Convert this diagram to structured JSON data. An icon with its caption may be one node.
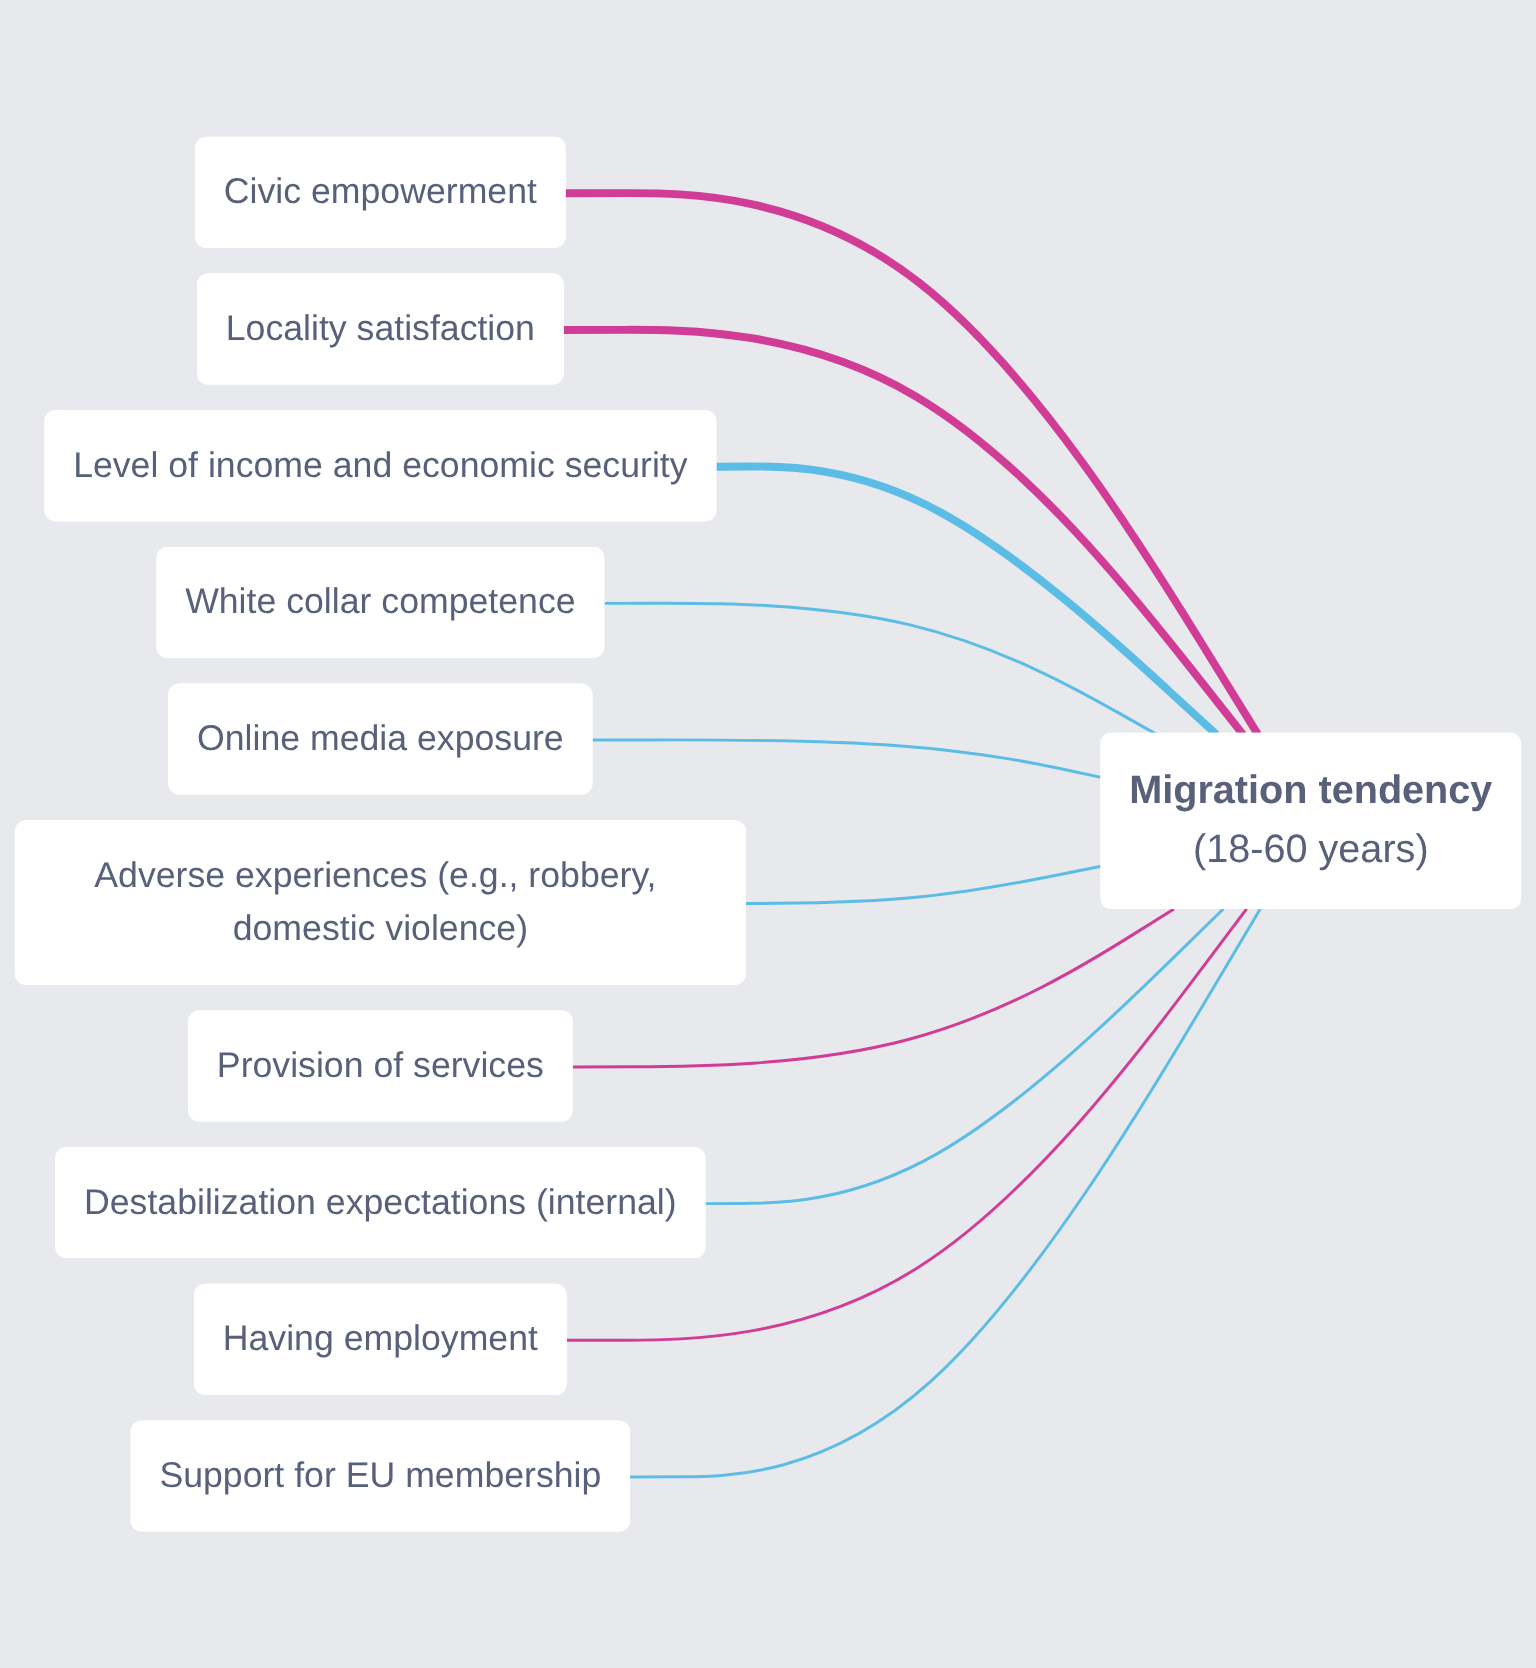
{
  "diagram": {
    "nodes": [
      {
        "text": [
          "Civic empowerment"
        ]
      },
      {
        "text": [
          "Locality satisfaction"
        ]
      },
      {
        "text": [
          "Level of income and economic security"
        ]
      },
      {
        "text": [
          "White collar competence"
        ]
      },
      {
        "text": [
          "Online media exposure"
        ]
      },
      {
        "text": [
          "Adverse experiences (e.g., robbery, domestic violence)"
        ]
      },
      {
        "text": [
          "Provision of services"
        ]
      },
      {
        "text": [
          "Destabilization expectations (internal)"
        ]
      },
      {
        "text": [
          "Having employment"
        ]
      },
      {
        "text": [
          "Support for EU membership"
        ]
      },
      {
        "text": [
          "Migration tendency",
          "(18-60 years)"
        ]
      }
    ],
    "edges": [
      {
        "from": 0,
        "to": 10,
        "arrow": "none",
        "style": "thick",
        "color": "#d13d96"
      },
      {
        "from": 1,
        "to": 10,
        "arrow": "none",
        "style": "thick",
        "color": "#d13d96"
      },
      {
        "from": 2,
        "to": 10,
        "arrow": "none",
        "style": "thick"
      },
      {
        "from": 3,
        "to": 10,
        "arrow": "none"
      },
      {
        "from": 4,
        "to": 10,
        "arrow": "none"
      },
      {
        "from": 5,
        "to": 10,
        "arrow": "none"
      },
      {
        "from": 6,
        "to": 10,
        "arrow": "none",
        "color": "#d13d96"
      },
      {
        "from": 7,
        "to": 10,
        "arrow": "none"
      },
      {
        "from": 8,
        "to": 10,
        "arrow": "none",
        "color": "#d13d96"
      },
      {
        "from": 9,
        "to": 10,
        "arrow": "none"
      }
    ]
  }
}
